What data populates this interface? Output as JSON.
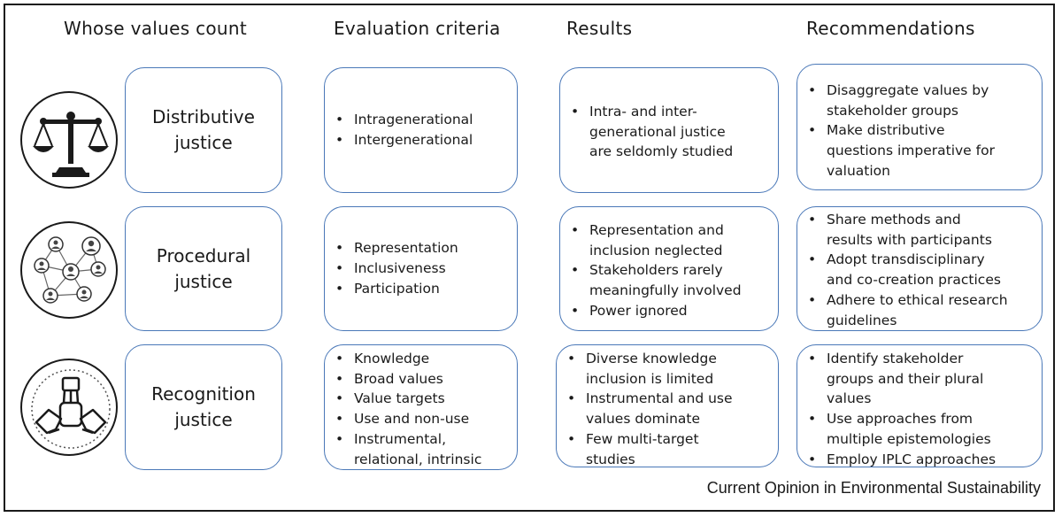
{
  "headers": {
    "col1": "Whose values count",
    "col2": "Evaluation criteria",
    "col3": "Results",
    "col4": "Recommendations"
  },
  "rows": [
    {
      "icon": "scales-icon",
      "label_line1": "Distributive",
      "label_line2": "justice",
      "criteria": [
        "Intragenerational",
        "Intergenerational"
      ],
      "results": [
        "Intra- and inter-\ngenerational justice\nare seldomly studied"
      ],
      "recommendations": [
        "Disaggregate values by\nstakeholder groups",
        "Make distributive\nquestions imperative for\nvaluation"
      ]
    },
    {
      "icon": "people-network-icon",
      "label_line1": "Procedural",
      "label_line2": "justice",
      "criteria": [
        "Representation",
        "Inclusiveness",
        "Participation"
      ],
      "results": [
        "Representation and\ninclusion neglected",
        "Stakeholders rarely\nmeaningfully involved",
        "Power ignored"
      ],
      "recommendations": [
        "Share methods and\nresults with participants",
        "Adopt transdisciplinary\nand co-creation practices",
        "Adhere to ethical research\nguidelines"
      ]
    },
    {
      "icon": "joined-hands-icon",
      "label_line1": "Recognition",
      "label_line2": "justice",
      "criteria": [
        "Knowledge",
        "Broad values",
        "Value targets",
        "Use and non-use",
        "Instrumental,\nrelational, intrinsic"
      ],
      "results": [
        "Diverse knowledge\ninclusion is limited",
        "Instrumental and use\nvalues dominate",
        "Few multi-target\nstudies"
      ],
      "recommendations": [
        "Identify stakeholder\ngroups and their plural\nvalues",
        "Use approaches from\nmultiple epistemologies",
        "Employ IPLC approaches"
      ]
    }
  ],
  "source": "Current Opinion in Environmental Sustainability"
}
